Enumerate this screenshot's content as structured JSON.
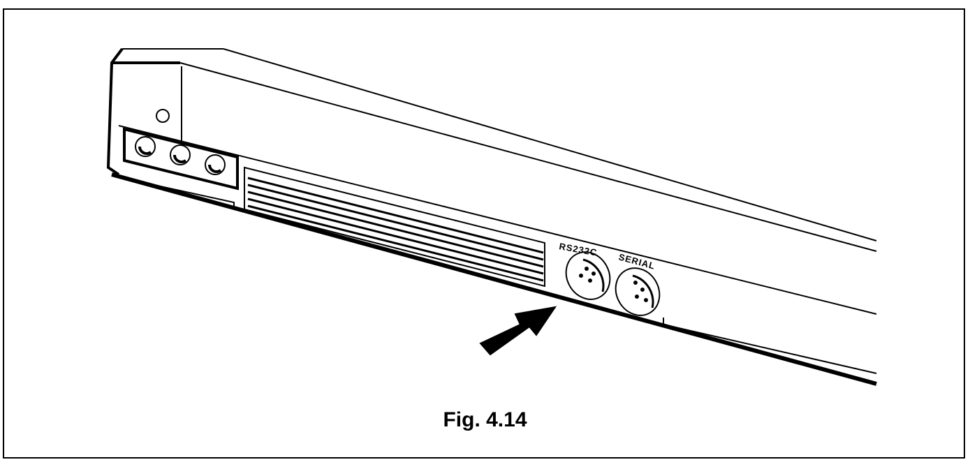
{
  "figure": {
    "caption": "Fig. 4.14",
    "ports": [
      {
        "label": "RS232C"
      },
      {
        "label": "SERIAL"
      }
    ]
  }
}
